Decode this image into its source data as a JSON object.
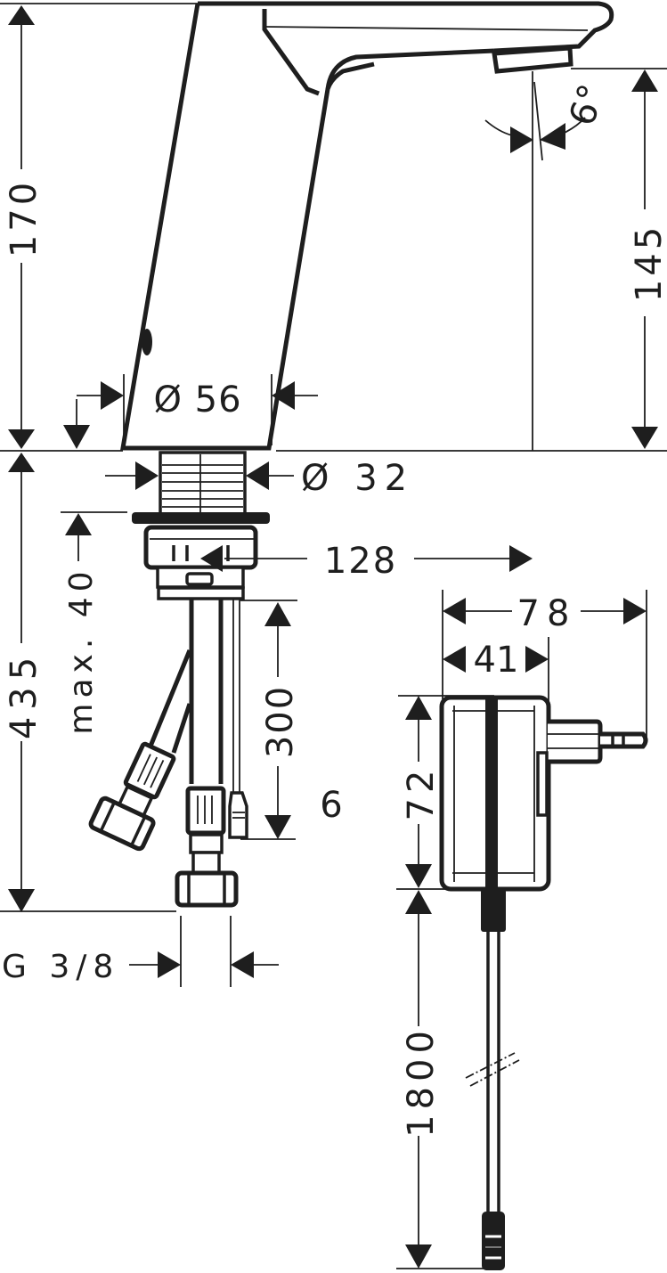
{
  "drawing": {
    "title": "Sensor basin mixer dimension drawing",
    "line_color": "#1e1e1e",
    "background": "#ffffff"
  },
  "dimensions": {
    "total_height": "170",
    "spout_height": "145",
    "spout_angle": "6°",
    "body_diameter": "Ø 56",
    "shank_diameter": "Ø 32",
    "projection": "128",
    "max_thickness": "max. 40",
    "installation_length": "435",
    "hose_length": "300",
    "cable_label": "6",
    "connection_thread": "G 3/8",
    "adapter_total_width": "78",
    "adapter_body_width": "41",
    "adapter_height": "72",
    "cable_length": "1800"
  }
}
